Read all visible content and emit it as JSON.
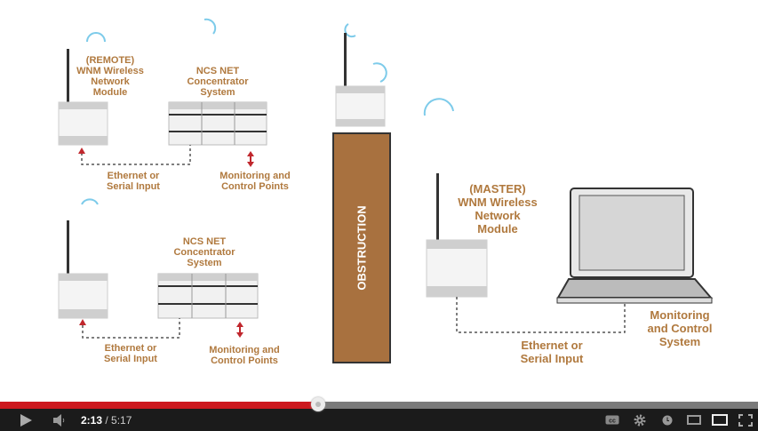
{
  "diagram": {
    "remote_module_label": "(REMOTE)\nWNM Wireless\nNetwork\nModule",
    "concentrator_label_1": "NCS NET\nConcentrator\nSystem",
    "concentrator_label_2": "NCS NET\nConcentrator\nSystem",
    "ethernet_label_1": "Ethernet or\nSerial Input",
    "ethernet_label_2": "Ethernet or\nSerial Input",
    "ethernet_label_master": "Ethernet or\nSerial Input",
    "monitoring_points_1": "Monitoring and\nControl Points",
    "monitoring_points_2": "Monitoring and\nControl Points",
    "obstruction_label": "OBSTRUCTION",
    "master_module_label": "(MASTER)\nWNM Wireless\nNetwork\nModule",
    "monitoring_system_label": "Monitoring\nand Control\nSystem",
    "colors": {
      "label": "#b0793e",
      "obstruction": "#a8713f",
      "signal": "#7dcbea"
    }
  },
  "player": {
    "current_time": "2:13",
    "separator": " / ",
    "duration": "5:17",
    "progress_fraction": 0.42,
    "icons": [
      "play-icon",
      "volume-icon",
      "captions-icon",
      "settings-icon",
      "watch-later-icon",
      "small-player-icon",
      "large-player-icon",
      "fullscreen-icon"
    ],
    "colors": {
      "played": "#cc181e",
      "background": "#1b1b1b"
    }
  }
}
